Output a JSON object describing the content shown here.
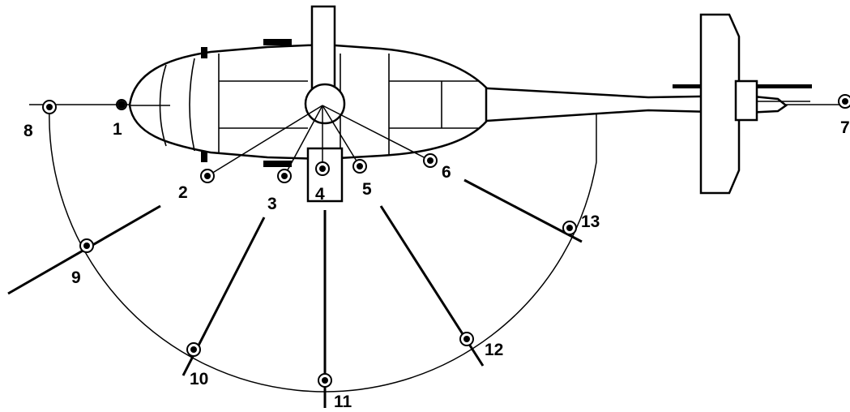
{
  "colors": {
    "ink": "#000000",
    "paper": "#ffffff"
  },
  "points": [
    {
      "id": "1",
      "label": "1"
    },
    {
      "id": "2",
      "label": "2"
    },
    {
      "id": "3",
      "label": "3"
    },
    {
      "id": "4",
      "label": "4"
    },
    {
      "id": "5",
      "label": "5"
    },
    {
      "id": "6",
      "label": "6"
    },
    {
      "id": "7",
      "label": "7"
    },
    {
      "id": "8",
      "label": "8"
    },
    {
      "id": "9",
      "label": "9"
    },
    {
      "id": "10",
      "label": "10"
    },
    {
      "id": "11",
      "label": "11"
    },
    {
      "id": "12",
      "label": "12"
    },
    {
      "id": "13",
      "label": "13"
    }
  ]
}
